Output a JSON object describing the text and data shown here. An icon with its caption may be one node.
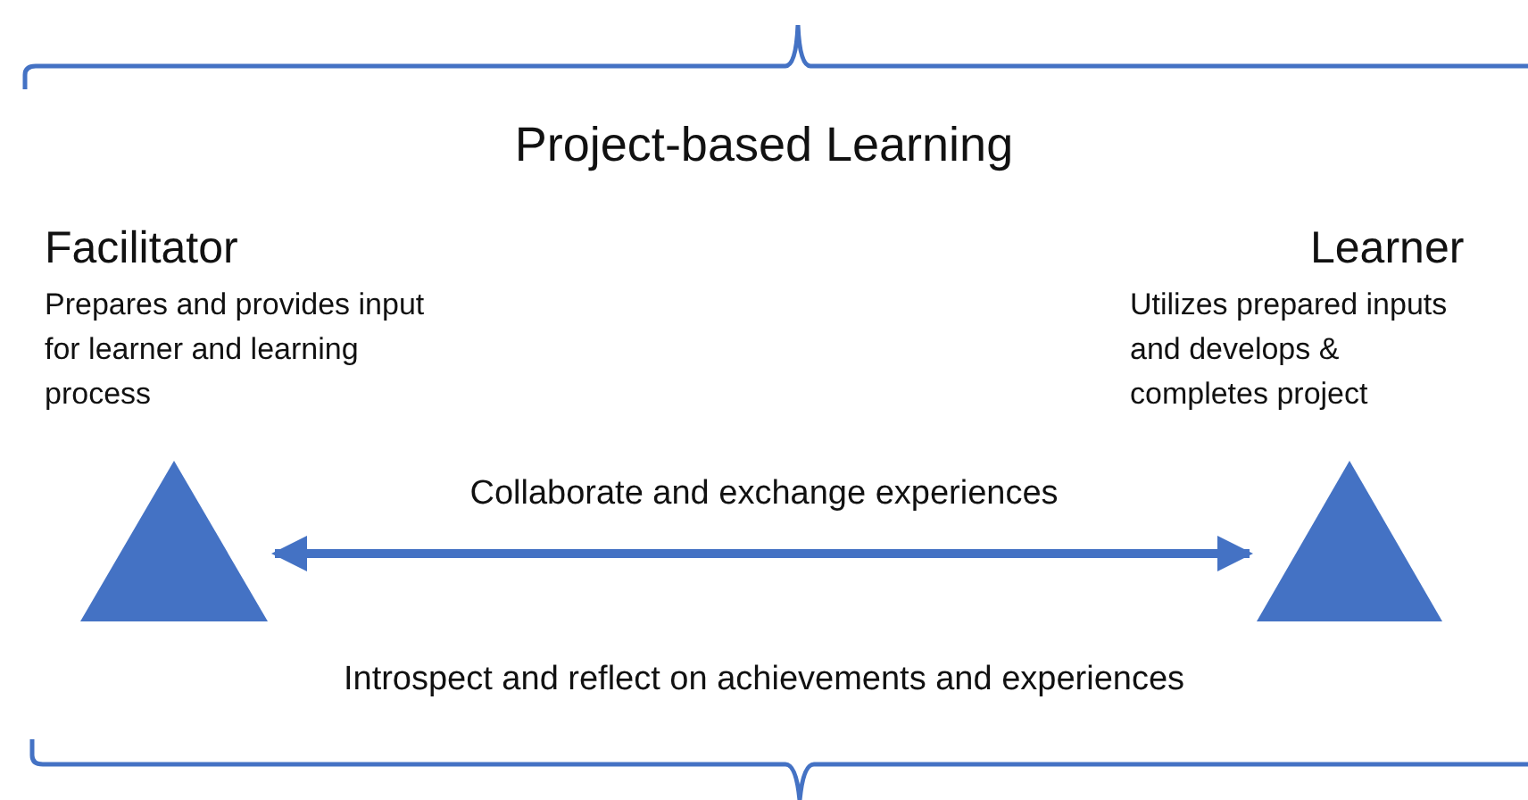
{
  "diagram": {
    "title": "Project-based Learning",
    "nodes": [
      {
        "text": [],
        "shape": "triangle",
        "beside": [
          "Facilitator",
          "Prepares and provides input for learner and learning process"
        ]
      },
      {
        "text": [],
        "shape": "triangle",
        "beside": [
          "Learner",
          "Utilizes prepared inputs and develops & completes project"
        ]
      }
    ],
    "edges": [
      {
        "from": 0,
        "to": 1,
        "arrow": "both",
        "label": "Collaborate and exchange experiences"
      }
    ],
    "labels": [
      "Introspect and reflect on achievements and experiences"
    ]
  }
}
